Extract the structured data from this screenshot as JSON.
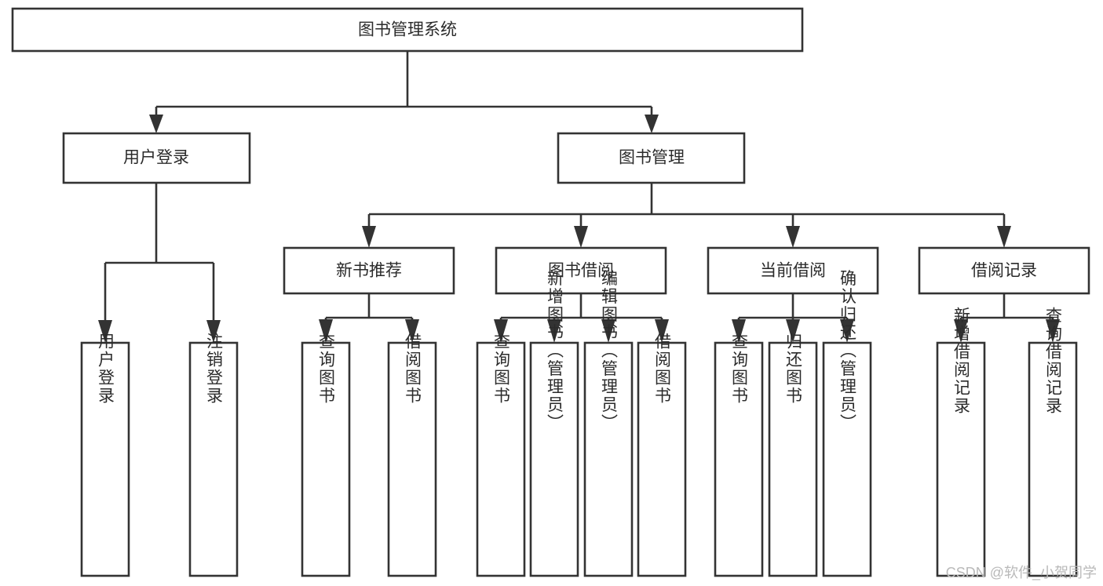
{
  "diagram": {
    "type": "tree",
    "title": "图书管理系统",
    "watermark": "CSDN @软件_小贺同学",
    "colors": {
      "box_stroke": "#333333",
      "box_fill": "#ffffff",
      "text": "#2b2b2b",
      "background": "#ffffff",
      "watermark": "#b9b9b9"
    },
    "root": {
      "label": "图书管理系统"
    },
    "level2": [
      {
        "label": "用户登录"
      },
      {
        "label": "图书管理"
      }
    ],
    "level3": [
      {
        "label": "新书推荐"
      },
      {
        "label": "图书借阅"
      },
      {
        "label": "当前借阅"
      },
      {
        "label": "借阅记录"
      }
    ],
    "leaves": {
      "user_login": [
        {
          "label": "用户登录"
        },
        {
          "label": "注销登录"
        }
      ],
      "new_book_recommend": [
        {
          "label": "查询图书"
        },
        {
          "label": "借阅图书"
        }
      ],
      "book_borrow": [
        {
          "label": "查询图书"
        },
        {
          "label": "新增图书（管理员）"
        },
        {
          "label": "编辑图书（管理员）"
        },
        {
          "label": "借阅图书"
        }
      ],
      "current_borrow": [
        {
          "label": "查询图书"
        },
        {
          "label": "归还图书"
        },
        {
          "label": "确认归还（管理员）"
        }
      ],
      "borrow_record": [
        {
          "label": "新增借阅记录"
        },
        {
          "label": "查询借阅记录"
        }
      ]
    }
  }
}
